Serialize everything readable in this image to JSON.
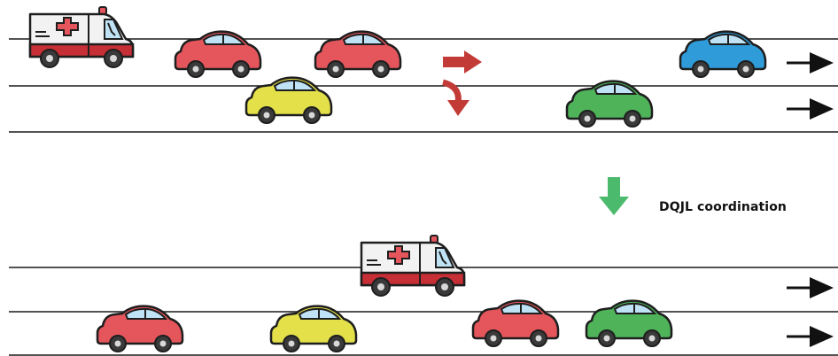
{
  "caption": "DQJL coordination",
  "colors": {
    "road_line": "#1a1a1a",
    "outline": "#1e1e1e",
    "glass": "#bfe3f5",
    "red_car": "#e5565c",
    "yellow_car": "#e3e04a",
    "green_car": "#4fb35a",
    "blue_car": "#2f9bd9",
    "ambulance_body": "#f2f2f2",
    "ambulance_stripe": "#c62f35",
    "move_arrow": "#c23b36",
    "transition_arrow": "#4cba6c"
  },
  "scenes": [
    {
      "name": "before",
      "vehicles": [
        {
          "kind": "ambulance",
          "color": "ambulance",
          "lane": 1,
          "order": 1
        },
        {
          "kind": "car",
          "color": "red",
          "lane": 1,
          "order": 2
        },
        {
          "kind": "car",
          "color": "red",
          "lane": 1,
          "order": 3
        },
        {
          "kind": "car",
          "color": "blue",
          "lane": 1,
          "order": 4
        },
        {
          "kind": "car",
          "color": "yellow",
          "lane": 2,
          "order": 1
        },
        {
          "kind": "car",
          "color": "green",
          "lane": 2,
          "order": 2
        }
      ],
      "maneuver_arrows": [
        "straight-right-arrow",
        "curved-down-arrow"
      ]
    },
    {
      "name": "after",
      "vehicles": [
        {
          "kind": "ambulance",
          "color": "ambulance",
          "lane": 1,
          "order": 1
        },
        {
          "kind": "car",
          "color": "red",
          "lane": 2,
          "order": 1
        },
        {
          "kind": "car",
          "color": "yellow",
          "lane": 2,
          "order": 2
        },
        {
          "kind": "car",
          "color": "red",
          "lane": 2,
          "order": 3
        },
        {
          "kind": "car",
          "color": "green",
          "lane": 2,
          "order": 4
        }
      ]
    }
  ],
  "icons": {
    "lane_direction": "right-arrow-icon",
    "transition": "down-arrow-icon"
  }
}
